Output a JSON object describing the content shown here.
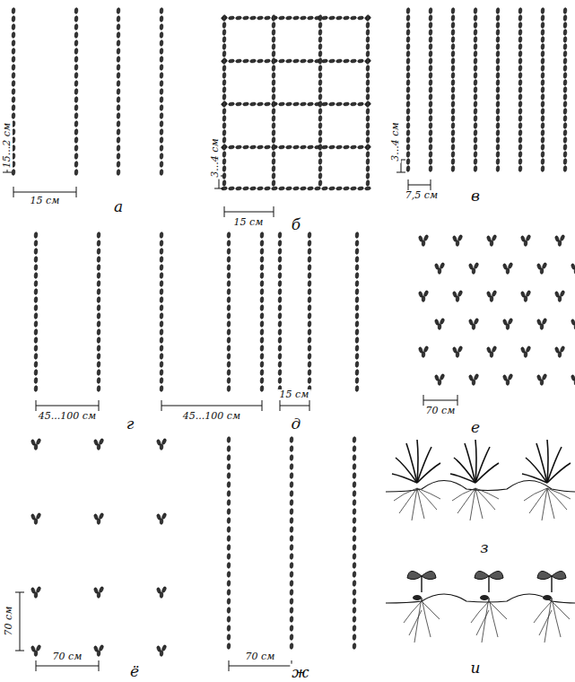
{
  "diagram": {
    "labels": [
      "15...2 см",
      "15 см",
      "а",
      "3...4 см",
      "15 см",
      "б",
      "3...4 см",
      "7,5 см",
      "в",
      "45...100 см",
      "г",
      "45...100 см",
      "15 см",
      "д",
      "70 см",
      "е",
      "70 см",
      "70 см",
      "ё",
      "70 см",
      "ж",
      "з",
      "и"
    ]
  }
}
